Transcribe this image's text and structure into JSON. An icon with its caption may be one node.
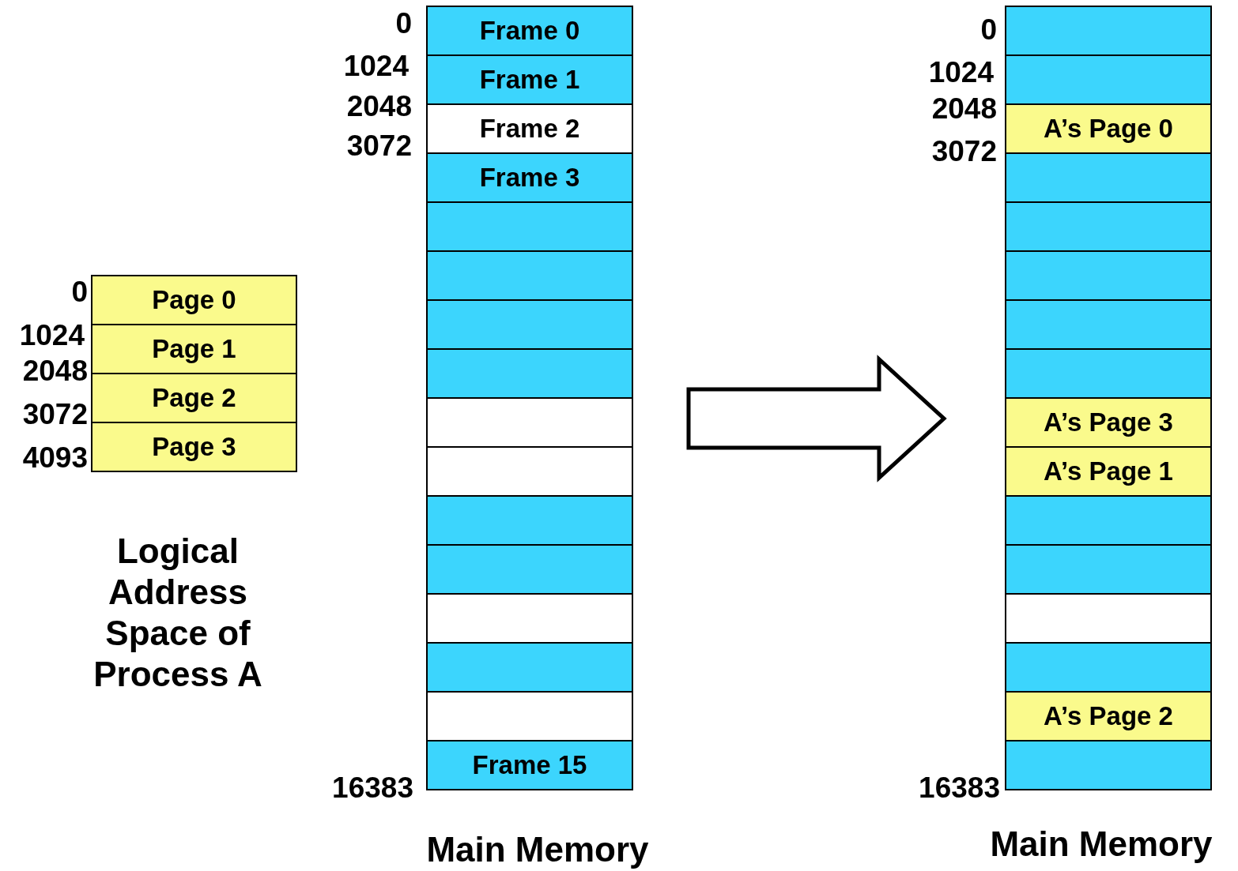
{
  "diagram": {
    "nodes": [
      {
        "text": [],
        "shape": "box",
        "beside": [
          "Logical Address Space of Process A"
        ]
      },
      {
        "text": [
          "Page 0"
        ],
        "in": 0
      },
      {
        "text": [
          "Page 1"
        ],
        "in": 0
      },
      {
        "text": [
          "Page 2"
        ],
        "in": 0
      },
      {
        "text": [
          "Page 3"
        ],
        "in": 0
      },
      {
        "text": [],
        "shape": "box",
        "beside": [
          "Main Memory"
        ]
      },
      {
        "text": [
          "Frame 0"
        ],
        "in": 5
      },
      {
        "text": [
          "Frame 1"
        ],
        "in": 5
      },
      {
        "text": [
          "Frame 2"
        ],
        "in": 5
      },
      {
        "text": [
          "Frame 3"
        ],
        "in": 5
      },
      {
        "text": [],
        "shape": "box",
        "in": 5
      },
      {
        "text": [],
        "shape": "box",
        "in": 5
      },
      {
        "text": [],
        "shape": "box",
        "in": 5
      },
      {
        "text": [],
        "shape": "box",
        "in": 5
      },
      {
        "text": [],
        "shape": "box",
        "in": 5
      },
      {
        "text": [],
        "shape": "box",
        "in": 5
      },
      {
        "text": [],
        "shape": "box",
        "in": 5
      },
      {
        "text": [],
        "shape": "box",
        "in": 5
      },
      {
        "text": [],
        "shape": "box",
        "in": 5
      },
      {
        "text": [],
        "shape": "box",
        "in": 5
      },
      {
        "text": [],
        "shape": "box",
        "in": 5
      },
      {
        "text": [
          "Frame 15"
        ],
        "in": 5
      },
      {
        "text": [],
        "shape": "box",
        "beside": [
          "Main Memory"
        ]
      },
      {
        "text": [],
        "shape": "box",
        "in": 22
      },
      {
        "text": [],
        "shape": "box",
        "in": 22
      },
      {
        "text": [
          "A’s Page 0"
        ],
        "in": 22
      },
      {
        "text": [],
        "shape": "box",
        "in": 22
      },
      {
        "text": [],
        "shape": "box",
        "in": 22
      },
      {
        "text": [],
        "shape": "box",
        "in": 22
      },
      {
        "text": [],
        "shape": "box",
        "in": 22
      },
      {
        "text": [],
        "shape": "box",
        "in": 22
      },
      {
        "text": [
          "A’s Page 3"
        ],
        "in": 22
      },
      {
        "text": [
          "A’s Page 1"
        ],
        "in": 22
      },
      {
        "text": [],
        "shape": "box",
        "in": 22
      },
      {
        "text": [],
        "shape": "box",
        "in": 22
      },
      {
        "text": [],
        "shape": "box",
        "in": 22
      },
      {
        "text": [],
        "shape": "box",
        "in": 22
      },
      {
        "text": [
          "A’s Page 2"
        ],
        "in": 22
      },
      {
        "text": [],
        "shape": "box",
        "in": 22
      }
    ],
    "edges": [
      {
        "from": 5,
        "to": 22,
        "arrow": "to",
        "style": "thick"
      }
    ],
    "labels": [
      "0",
      "1024",
      "2048",
      "3072",
      "4093",
      "0",
      "1024",
      "2048",
      "3072",
      "16383",
      "0",
      "1024",
      "2048",
      "3072",
      "16383"
    ]
  }
}
